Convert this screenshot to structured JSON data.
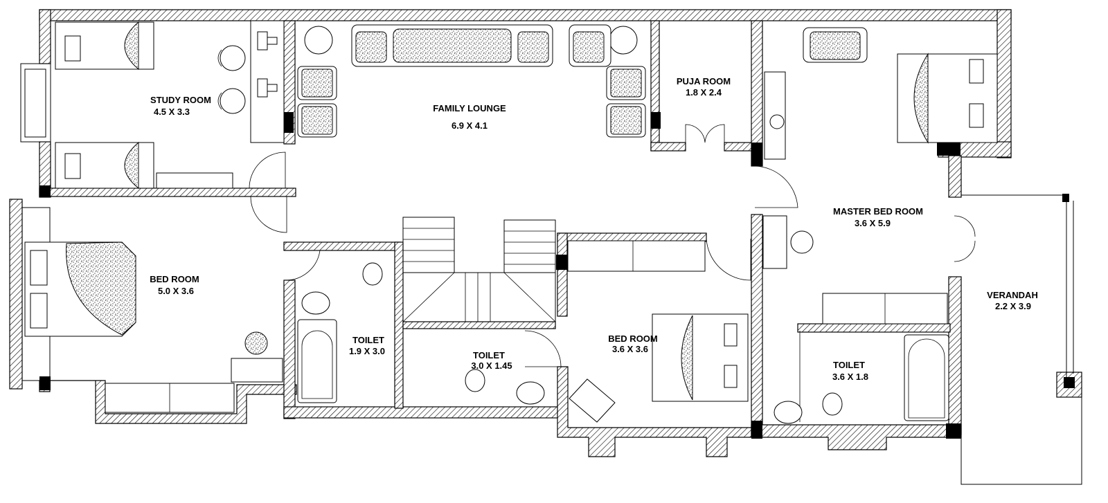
{
  "rooms": [
    {
      "id": "study-room",
      "name": "STUDY ROOM",
      "size": "4.5 X 3.3"
    },
    {
      "id": "family-lounge",
      "name": "FAMILY LOUNGE",
      "size": "6.9 X 4.1"
    },
    {
      "id": "puja-room",
      "name": "PUJA ROOM",
      "size": "1.8 X 2.4"
    },
    {
      "id": "master-bed-room",
      "name": "MASTER BED ROOM",
      "size": "3.6 X 5.9"
    },
    {
      "id": "bed-room-left",
      "name": "BED ROOM",
      "size": "5.0 X 3.6"
    },
    {
      "id": "toilet-1",
      "name": "TOILET",
      "size": "1.9 X 3.0"
    },
    {
      "id": "toilet-2",
      "name": "TOILET",
      "size": "3.0 X 1.45"
    },
    {
      "id": "bed-room-center",
      "name": "BED ROOM",
      "size": "3.6 X 3.6"
    },
    {
      "id": "toilet-3",
      "name": "TOILET",
      "size": "3.6 X 1.8"
    },
    {
      "id": "verandah",
      "name": "VERANDAH",
      "size": "2.2 X 3.9"
    }
  ]
}
